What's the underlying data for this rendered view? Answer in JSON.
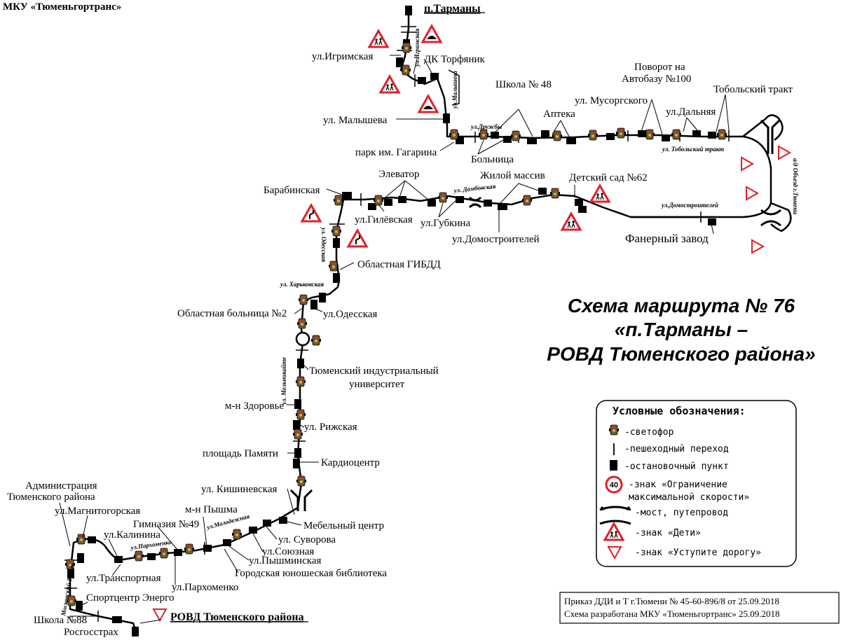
{
  "header": {
    "organization": "МКУ «Тюменьгортранс»"
  },
  "title": {
    "line1": "Схема маршрута № 76",
    "line2": "«п.Тарманы –",
    "line3": "РОВД Тюменского района»"
  },
  "terminals": {
    "start": "п.Тарманы",
    "end": "РОВД Тюменского района"
  },
  "stops": {
    "igrimskaya": "ул.Игримская",
    "dk_torfyanik": "ДК Торфяник",
    "malysheva": "ул. Малышева",
    "park_gagarina": "парк им. Гагарина",
    "bolnitsa": "Больница",
    "shkola48": "Школа № 48",
    "apteka": "Аптека",
    "musorgskogo": "ул. Мусоргского",
    "povorot_line1": "Поворот на",
    "povorot_line2": "Автобазу №100",
    "dalnyaya": "ул.Дальняя",
    "tobolsky_trakt": "Тобольский тракт",
    "barabinskaya": "Барабинская",
    "elevator": "Элеватор",
    "zhiloy_massiv": "Жилой массив",
    "detsad62": "Детский сад №62",
    "gilevskaya": "ул.Гилёвская",
    "gubkina": "ул.Губкина",
    "domostroiteley": "ул.Домостроителей",
    "fanerny_zavod": "Фанерный завод",
    "oblastnaya_gibdd": "Областная ГИБДД",
    "oblastnaya_bolnitsa": "Областная больница №2",
    "odesskaya": "ул.Одесская",
    "tiu_line1": "Тюменский индустриальный",
    "tiu_line2": "университет",
    "zdorovye": "м-н Здоровье",
    "rizhskaya": "ул. Рижская",
    "ploshchad_pamyati": "площадь Памяти",
    "kardiotsentr": "Кардиоцентр",
    "kishinevskaya": "ул. Кишиневская",
    "mebelny_tsentr": "Мебельный центр",
    "mn_pyshma": "м-н Пышма",
    "gimnaziya49": "Гимназия №49",
    "suvorova": "ул. Суворова",
    "soyuznaya": "ул.Союзная",
    "pyshminskaya": "ул.Пышминская",
    "biblioteka": "Городская юношеская библиотека",
    "admin_line1": "Администрация",
    "admin_line2": "Тюменского района",
    "magnitogorskaya": "ул.Магнитогорская",
    "kalinina": "ул.Калинина",
    "transportnaya": "ул.Транспортная",
    "parkhomenko": "ул.Пархоменко",
    "sportcentr": "Спортцентр Энерго",
    "shkola88": "Школа №88",
    "rosgosstrakh": "Росгосстрах"
  },
  "streets": {
    "igrimskaya": "ул.Игримская",
    "malysheva": "ул.Малышева",
    "druzhby": "ул.Дружбы",
    "tobolsky": "ул. Тобольский тракт",
    "obezd": "а/д Объезд г.Тюмени",
    "dambovskaya": "ул. Дамбовская",
    "domostroiteley": "ул.Домостроителей",
    "odesskaya": "ул. Одесская",
    "kharkovskaya": "ул. Харьковская",
    "melnikaite": "ул. Мельникайте",
    "molodezhnaya": "ул.Молодежная",
    "parkhomenko": "ул.Пархоменко",
    "moskovsky": "Московский Тракт"
  },
  "legend": {
    "title": "Условные обозначения:",
    "traffic_light": "-светофор",
    "crosswalk": "-пешеходный переход",
    "stop": "-остановочный пункт",
    "speed_value": "40",
    "speed_line1": "-знак «Ограничение",
    "speed_line2": "максимальной скорости»",
    "bridge": "-мост, путепровод",
    "children": "-знак «Дети»",
    "give_way": "-знак «Уступите дорогу»"
  },
  "note": {
    "line1": "Приказ ДДИ и Т г.Тюмени № 45-60-896/8 от 25.09.2018",
    "line2": "Схема разработана МКУ «Тюменьгортранс» 25.09.2018"
  },
  "colors": {
    "route": "#000000",
    "sign_red": "#e0202a",
    "traffic_light_body": "#6b5a3a",
    "traffic_light_red": "#c8302a",
    "traffic_light_yellow": "#e0b030"
  }
}
